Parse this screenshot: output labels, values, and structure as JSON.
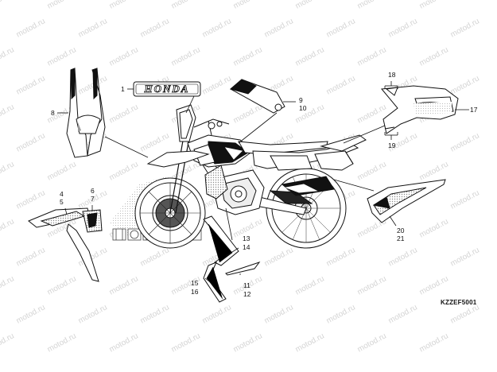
{
  "watermark": "motod.ru",
  "diagram_code": "KZZEF5001",
  "emblem_text": "HONDA",
  "callouts": {
    "c1": "1",
    "c4": "4",
    "c5": "5",
    "c6": "6",
    "c7": "7",
    "c8": "8",
    "c9": "9",
    "c10": "10",
    "c11": "11",
    "c12": "12",
    "c13": "13",
    "c14": "14",
    "c15": "15",
    "c16": "16",
    "c17": "17",
    "c18": "18",
    "c19": "19",
    "c20": "20",
    "c21": "21"
  },
  "colors": {
    "line": "#111111",
    "stripe": "#c8c8c8",
    "watermark": "#d4d4d4"
  }
}
